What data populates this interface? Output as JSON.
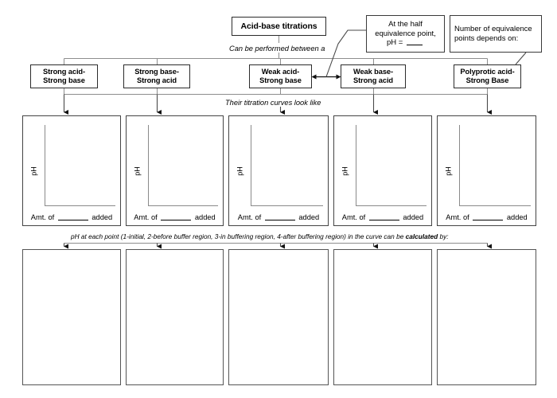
{
  "title": {
    "text": "Acid-base titrations"
  },
  "notes": {
    "half_equivalence": "At the half equivalence point, pH = ___",
    "half_equivalence_lines": [
      "At the half",
      "equivalence point,",
      "pH = "
    ],
    "num_equivalence": "Number of equivalence points depends on:",
    "num_equivalence_lines": [
      "Number of equivalence",
      "points depends on:"
    ]
  },
  "captions": {
    "performed_between": "Can be performed between a",
    "curves_look_like": "Their titration curves look like",
    "calculated_by_pre": "pH at each point (1-initial, 2-before buffer region, 3-in buffering region, 4-after buffering region) in the curve can be ",
    "calculated_by_bold": "calculated",
    "calculated_by_post": " by:"
  },
  "categories": [
    {
      "line1": "Strong acid-",
      "line2": "Strong base"
    },
    {
      "line1": "Strong base-",
      "line2": "Strong acid"
    },
    {
      "line1": "Weak acid-",
      "line2": "Strong base"
    },
    {
      "line1": "Weak base-",
      "line2": "Strong acid"
    },
    {
      "line1": "Polyprotic acid-",
      "line2": "Strong Base"
    }
  ],
  "chart_data": {
    "type": "line",
    "note": "Five blank titration-curve axes templates; no data plotted.",
    "panels": [
      {
        "ylabel": "pH",
        "xlabel_pre": "Amt. of ",
        "xlabel_post": " added",
        "values": [],
        "x": []
      },
      {
        "ylabel": "pH",
        "xlabel_pre": "Amt. of ",
        "xlabel_post": " added",
        "values": [],
        "x": []
      },
      {
        "ylabel": "pH",
        "xlabel_pre": "Amt. of ",
        "xlabel_post": " added",
        "values": [],
        "x": []
      },
      {
        "ylabel": "pH",
        "xlabel_pre": "Amt. of ",
        "xlabel_post": " added",
        "values": [],
        "x": []
      },
      {
        "ylabel": "pH",
        "xlabel_pre": "Amt. of ",
        "xlabel_post": " added",
        "values": [],
        "x": []
      }
    ],
    "title": "",
    "xlabel": "Amt. of ______ added",
    "ylabel": "pH",
    "grid": false,
    "legend": "none"
  },
  "answer_boxes": [
    "",
    "",
    "",
    "",
    ""
  ],
  "colors": {
    "page_background": "#ffffff",
    "box_border": "#3a3a3a",
    "connector_line": "#8d8d8d",
    "axis_line": "#8a8a8a",
    "text": "#000000"
  }
}
